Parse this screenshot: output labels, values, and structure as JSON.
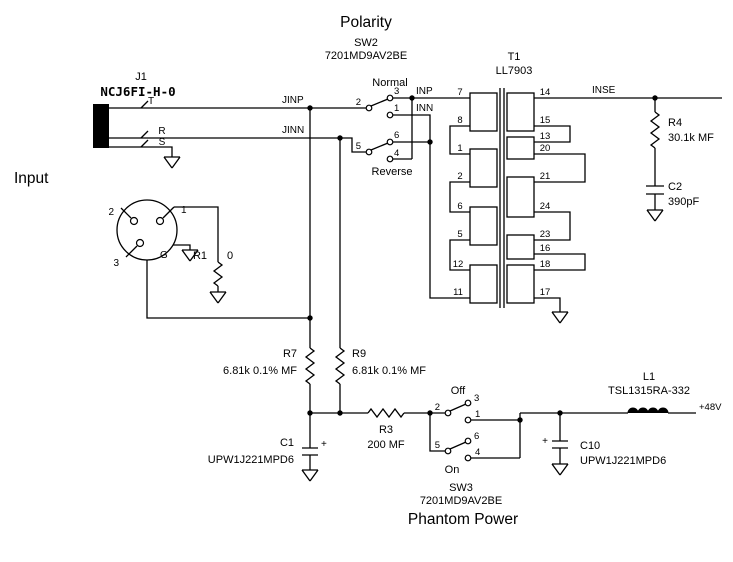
{
  "titles": {
    "polarity": "Polarity",
    "phantom": "Phantom Power",
    "input": "Input"
  },
  "jack": {
    "ref": "J1",
    "part": "NCJ6FI-H-0",
    "tip": "T",
    "ring": "R",
    "sleeve": "S"
  },
  "xlr": {
    "pin1": "1",
    "pin2": "2",
    "pin3": "3",
    "ground": "G"
  },
  "sw2": {
    "ref": "SW2",
    "part": "7201MD9AV2BE",
    "up": "Normal",
    "down": "Reverse",
    "n2": "2",
    "n3": "3",
    "n1": "1",
    "n5": "5",
    "n6": "6",
    "n4": "4"
  },
  "sw3": {
    "ref": "SW3",
    "part": "7201MD9AV2BE",
    "up": "Off",
    "down": "On",
    "n3": "3",
    "n2": "2",
    "n1": "1",
    "n6": "6",
    "n5": "5",
    "n4": "4"
  },
  "t1": {
    "ref": "T1",
    "part": "LL7903",
    "left": [
      "7",
      "8",
      "1",
      "2",
      "6",
      "5",
      "12",
      "11"
    ],
    "right": [
      "14",
      "15",
      "13",
      "20",
      "21",
      "24",
      "23",
      "16",
      "18",
      "17"
    ]
  },
  "nets": {
    "jinp": "JINP",
    "jinn": "JINN",
    "inp": "INP",
    "inn": "INN",
    "inse": "INSE",
    "v48": "+48V"
  },
  "parts": {
    "r1": {
      "ref": "R1",
      "value": "0"
    },
    "r3": {
      "ref": "R3",
      "value": "200 MF"
    },
    "r4": {
      "ref": "R4",
      "value": "30.1k MF"
    },
    "r7": {
      "ref": "R7",
      "value": "6.81k 0.1% MF"
    },
    "r9": {
      "ref": "R9",
      "value": "6.81k 0.1% MF"
    },
    "c1": {
      "ref": "C1",
      "value": "UPW1J221MPD6",
      "plus": "+"
    },
    "c2": {
      "ref": "C2",
      "value": "390pF"
    },
    "c10": {
      "ref": "C10",
      "value": "UPW1J221MPD6",
      "plus": "+"
    },
    "l1": {
      "ref": "L1",
      "value": "TSL1315RA-332"
    }
  },
  "colors": {
    "ink": "#000000",
    "bg": "#ffffff"
  }
}
